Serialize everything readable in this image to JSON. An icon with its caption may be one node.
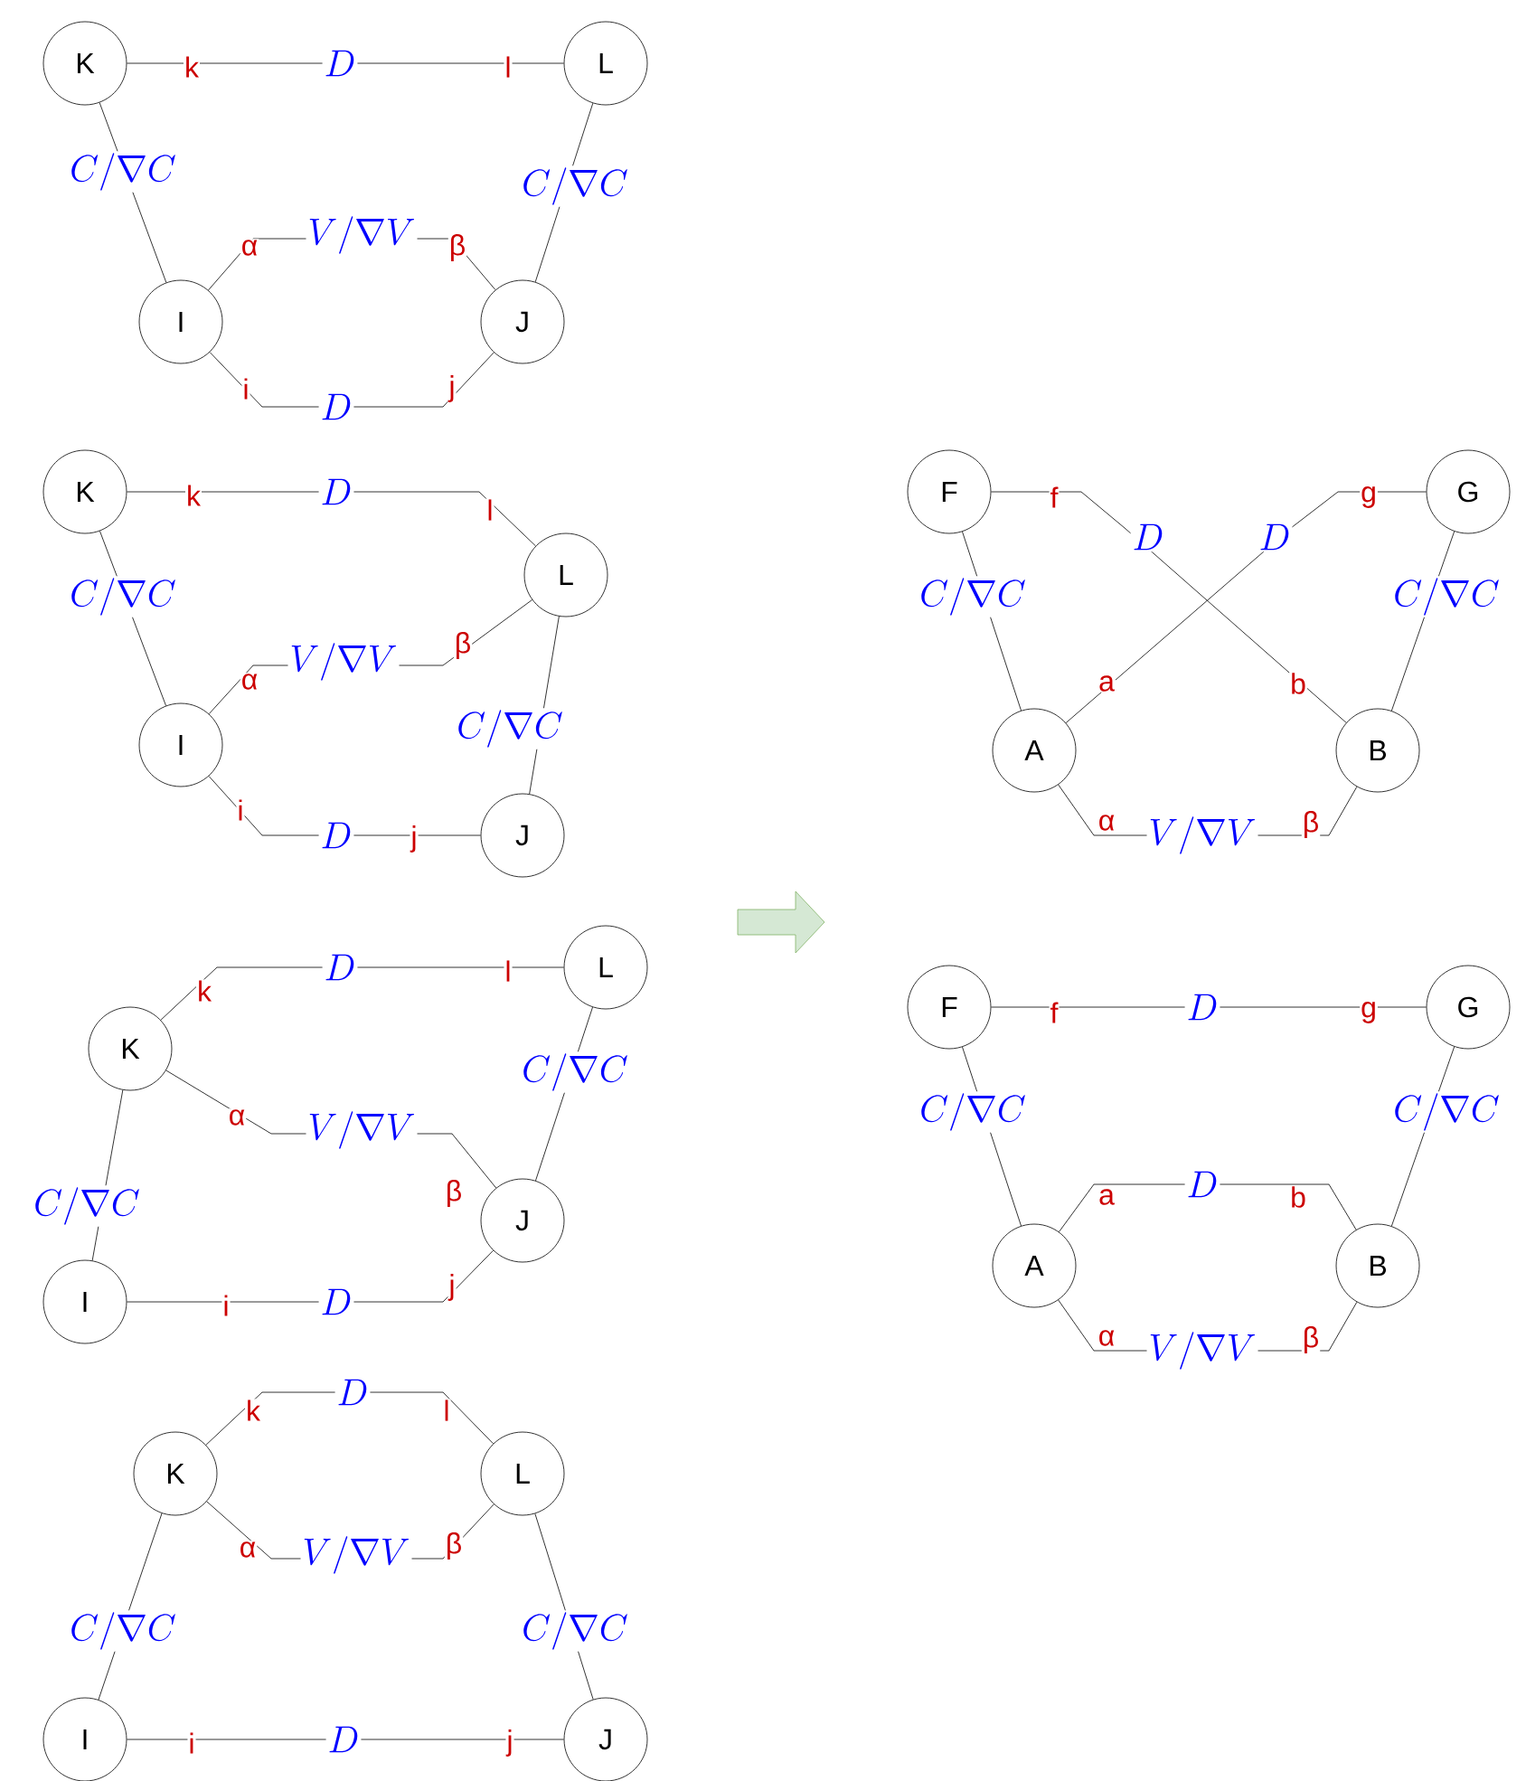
{
  "diagram": {
    "nodes": [
      {
        "text": [
          "K"
        ]
      },
      {
        "text": [
          "L"
        ]
      },
      {
        "text": [
          "I"
        ]
      },
      {
        "text": [
          "J"
        ]
      },
      {
        "text": [
          "K"
        ]
      },
      {
        "text": [
          "L"
        ]
      },
      {
        "text": [
          "I"
        ]
      },
      {
        "text": [
          "J"
        ]
      },
      {
        "text": [
          "K"
        ]
      },
      {
        "text": [
          "L"
        ]
      },
      {
        "text": [
          "I"
        ]
      },
      {
        "text": [
          "J"
        ]
      },
      {
        "text": [
          "K"
        ]
      },
      {
        "text": [
          "L"
        ]
      },
      {
        "text": [
          "I"
        ]
      },
      {
        "text": [
          "J"
        ]
      },
      {
        "text": [
          "F"
        ]
      },
      {
        "text": [
          "G"
        ]
      },
      {
        "text": [
          "A"
        ]
      },
      {
        "text": [
          "B"
        ]
      },
      {
        "text": [
          "F"
        ]
      },
      {
        "text": [
          "G"
        ]
      },
      {
        "text": [
          "A"
        ]
      },
      {
        "text": [
          "B"
        ]
      }
    ],
    "edges": [
      {
        "from": 0,
        "to": 1,
        "arrow": "none",
        "label": "D"
      },
      {
        "from": 0,
        "to": 2,
        "arrow": "none",
        "label": "C/\\nabla C"
      },
      {
        "from": 1,
        "to": 3,
        "arrow": "none",
        "label": "C/\\nabla C"
      },
      {
        "from": 2,
        "to": 3,
        "arrow": "none",
        "label": "V/\\nabla V"
      },
      {
        "from": 2,
        "to": 3,
        "arrow": "none",
        "label": "D"
      },
      {
        "from": 4,
        "to": 5,
        "arrow": "none",
        "label": "D"
      },
      {
        "from": 4,
        "to": 6,
        "arrow": "none",
        "label": "C/\\nabla C"
      },
      {
        "from": 5,
        "to": 7,
        "arrow": "none",
        "label": "C/\\nabla C"
      },
      {
        "from": 6,
        "to": 5,
        "arrow": "none",
        "label": "V/\\nabla V"
      },
      {
        "from": 6,
        "to": 7,
        "arrow": "none",
        "label": "D"
      },
      {
        "from": 8,
        "to": 9,
        "arrow": "none",
        "label": "D"
      },
      {
        "from": 8,
        "to": 10,
        "arrow": "none",
        "label": "C/\\nabla C"
      },
      {
        "from": 9,
        "to": 11,
        "arrow": "none",
        "label": "C/\\nabla C"
      },
      {
        "from": 8,
        "to": 11,
        "arrow": "none",
        "label": "V/\\nabla V"
      },
      {
        "from": 10,
        "to": 11,
        "arrow": "none",
        "label": "D"
      },
      {
        "from": 12,
        "to": 13,
        "arrow": "none",
        "label": "D"
      },
      {
        "from": 12,
        "to": 13,
        "arrow": "none",
        "label": "V/\\nabla V"
      },
      {
        "from": 12,
        "to": 14,
        "arrow": "none",
        "label": "C/\\nabla C"
      },
      {
        "from": 13,
        "to": 15,
        "arrow": "none",
        "label": "C/\\nabla C"
      },
      {
        "from": 14,
        "to": 15,
        "arrow": "none",
        "label": "D"
      },
      {
        "from": 16,
        "to": 19,
        "arrow": "none",
        "label": "D"
      },
      {
        "from": 17,
        "to": 18,
        "arrow": "none",
        "label": "D"
      },
      {
        "from": 16,
        "to": 18,
        "arrow": "none",
        "label": "C/\\nabla C"
      },
      {
        "from": 17,
        "to": 19,
        "arrow": "none",
        "label": "C/\\nabla C"
      },
      {
        "from": 18,
        "to": 19,
        "arrow": "none",
        "label": "V/\\nabla V"
      },
      {
        "from": 20,
        "to": 21,
        "arrow": "none",
        "label": "D"
      },
      {
        "from": 20,
        "to": 22,
        "arrow": "none",
        "label": "C/\\nabla C"
      },
      {
        "from": 21,
        "to": 23,
        "arrow": "none",
        "label": "C/\\nabla C"
      },
      {
        "from": 22,
        "to": 23,
        "arrow": "none",
        "label": "D"
      },
      {
        "from": 22,
        "to": 23,
        "arrow": "none",
        "label": "V/\\nabla V"
      }
    ],
    "labels": [
      "k",
      "l",
      "α",
      "β",
      "i",
      "j",
      "k",
      "l",
      "α",
      "β",
      "i",
      "j",
      "k",
      "l",
      "α",
      "β",
      "i",
      "j",
      "k",
      "l",
      "α",
      "β",
      "i",
      "j",
      "f",
      "b",
      "g",
      "a",
      "α",
      "β",
      "f",
      "g",
      "a",
      "b",
      "α",
      "β"
    ]
  }
}
